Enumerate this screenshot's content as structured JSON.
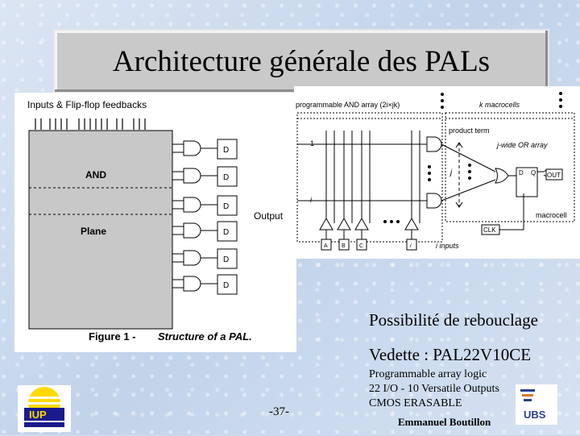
{
  "slide": {
    "title": "Architecture générale des PALs",
    "page_number": "-37-",
    "author": "Emmanuel Boutillon"
  },
  "figure_left": {
    "header": "Inputs & Flip-flop feedbacks",
    "and_label": "AND",
    "plane_label": "Plane",
    "output_label": "Output",
    "ff_label": "D",
    "caption_bold": "Figure 1 - ",
    "caption_italic": "Structure of a PAL."
  },
  "figure_right": {
    "and_array_label": "programmable AND array (2i×jk)",
    "macrocells_label": "k macrocells",
    "product_term_label": "product term",
    "row_top_label": "1",
    "row_bottom_label": "i",
    "j_label": "j",
    "macrocell_caption": "j-wide OR array",
    "macrocell_label": "macrocell",
    "ff_d": "D",
    "ff_q": "Q",
    "out_label": "OUT",
    "clk_label": "CLK",
    "inputs": [
      "A",
      "B",
      "C",
      "i"
    ],
    "inputs_label": "i inputs"
  },
  "notes": {
    "rebouclage": "Possibilité de rebouclage",
    "vedette": "Vedette : PAL22V10CE",
    "lines": [
      "Programmable array logic",
      "22 I/O - 10 Versatile Outputs",
      "CMOS ERASABLE"
    ]
  },
  "logos": {
    "left": "IUP",
    "right": "UBS"
  }
}
